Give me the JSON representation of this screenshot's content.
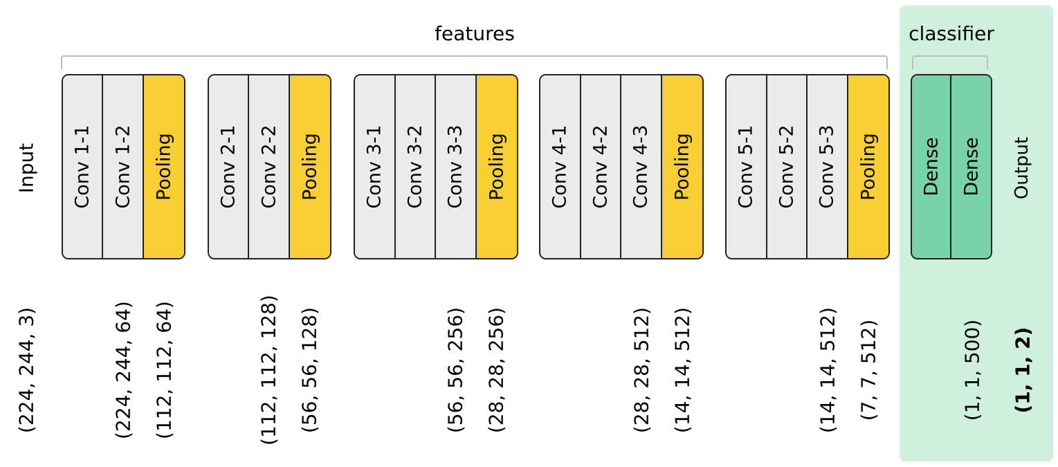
{
  "title_features": "features",
  "title_classifier": "classifier",
  "input_label": "Input",
  "output_label": "Output",
  "colors": {
    "conv": "#ebebeb",
    "pooling": "#f8cf32",
    "dense": "#78d3a8",
    "classifier_bg": "#cfefdf",
    "bracket": "#bdbdbd"
  },
  "blocks": [
    {
      "layers": [
        {
          "label": "Conv 1-1",
          "type": "conv"
        },
        {
          "label": "Conv 1-2",
          "type": "conv"
        },
        {
          "label": "Pooling",
          "type": "pooling"
        }
      ]
    },
    {
      "layers": [
        {
          "label": "Conv 2-1",
          "type": "conv"
        },
        {
          "label": "Conv 2-2",
          "type": "conv"
        },
        {
          "label": "Pooling",
          "type": "pooling"
        }
      ]
    },
    {
      "layers": [
        {
          "label": "Conv 3-1",
          "type": "conv"
        },
        {
          "label": "Conv 3-2",
          "type": "conv"
        },
        {
          "label": "Conv 3-3",
          "type": "conv"
        },
        {
          "label": "Pooling",
          "type": "pooling"
        }
      ]
    },
    {
      "layers": [
        {
          "label": "Conv 4-1",
          "type": "conv"
        },
        {
          "label": "Conv 4-2",
          "type": "conv"
        },
        {
          "label": "Conv 4-3",
          "type": "conv"
        },
        {
          "label": "Pooling",
          "type": "pooling"
        }
      ]
    },
    {
      "layers": [
        {
          "label": "Conv 5-1",
          "type": "conv"
        },
        {
          "label": "Conv 5-2",
          "type": "conv"
        },
        {
          "label": "Conv 5-3",
          "type": "conv"
        },
        {
          "label": "Pooling",
          "type": "pooling"
        }
      ]
    },
    {
      "layers": [
        {
          "label": "Dense",
          "type": "dense"
        },
        {
          "label": "Dense",
          "type": "dense"
        }
      ]
    }
  ],
  "shapes": [
    "(224, 244, 3)",
    "(224, 244, 64)",
    "(112, 112, 64)",
    "(112, 112, 128)",
    "(56, 56, 128)",
    "(56, 56, 256)",
    "(28, 28, 256)",
    "(28, 28, 512)",
    "(14, 14, 512)",
    "(14, 14, 512)",
    "(7, 7, 512)",
    "(1, 1, 500)",
    "(1, 1, 2)"
  ]
}
